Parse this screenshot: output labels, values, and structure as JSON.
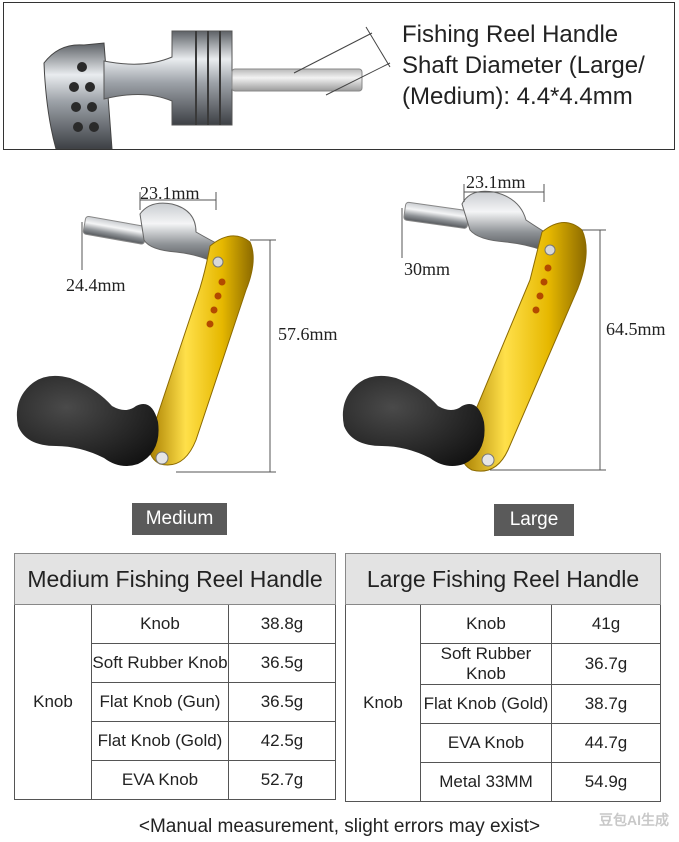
{
  "top_box": {
    "title_lines": [
      "Fishing Reel Handle",
      "Shaft Diameter (Large/",
      "(Medium): 4.4*4.4mm"
    ]
  },
  "medium": {
    "dim_top": "23.1mm",
    "dim_side": "24.4mm",
    "dim_length": "57.6mm",
    "label": "Medium",
    "colors": {
      "arm": "#e6b800",
      "knob": "#1e1e1e",
      "metal": "#8e9296"
    }
  },
  "large": {
    "dim_top": "23.1mm",
    "dim_side": "30mm",
    "dim_length": "64.5mm",
    "label": "Large"
  },
  "tables": {
    "medium": {
      "title": "Medium Fishing Reel Handle",
      "group_label": "Knob",
      "rows": [
        {
          "name": "Knob",
          "weight": "38.8g"
        },
        {
          "name": "Soft Rubber Knob",
          "weight": "36.5g"
        },
        {
          "name": "Flat Knob (Gun)",
          "weight": "36.5g"
        },
        {
          "name": "Flat Knob (Gold)",
          "weight": "42.5g"
        },
        {
          "name": "EVA Knob",
          "weight": "52.7g"
        }
      ]
    },
    "large": {
      "title": "Large Fishing Reel Handle",
      "group_label": "Knob",
      "rows": [
        {
          "name": "Knob",
          "weight": "41g"
        },
        {
          "name": "Soft Rubber Knob",
          "weight": "36.7g"
        },
        {
          "name": "Flat Knob (Gold)",
          "weight": "38.7g"
        },
        {
          "name": "EVA Knob",
          "weight": "44.7g"
        },
        {
          "name": "Metal 33MM",
          "weight": "54.9g"
        }
      ]
    }
  },
  "footer": "<Manual measurement, slight errors may exist>",
  "watermark": "豆包AI生成"
}
